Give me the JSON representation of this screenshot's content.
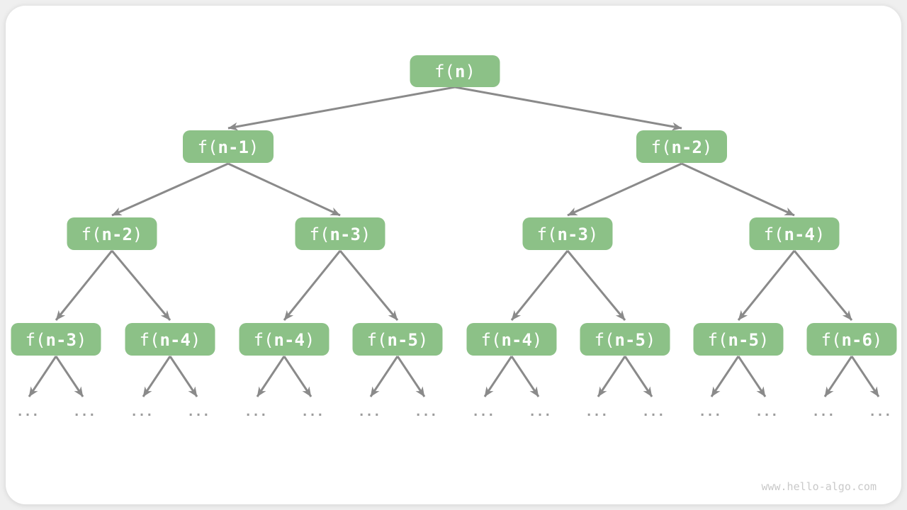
{
  "colors": {
    "page_bg": "#efefef",
    "card_bg": "#ffffff",
    "node_fill": "#8cc187",
    "node_text": "#ffffff",
    "edge_color": "#8a8a8a",
    "ellipsis_color": "#9c9c9c",
    "watermark_color": "#c9c9c9"
  },
  "tree": {
    "root": {
      "pre": "f(",
      "var": "n",
      "post": ")"
    },
    "level2": [
      {
        "pre": "f(",
        "var": "n-1",
        "post": ")"
      },
      {
        "pre": "f(",
        "var": "n-2",
        "post": ")"
      }
    ],
    "level3": [
      {
        "pre": "f(",
        "var": "n-2",
        "post": ")"
      },
      {
        "pre": "f(",
        "var": "n-3",
        "post": ")"
      },
      {
        "pre": "f(",
        "var": "n-3",
        "post": ")"
      },
      {
        "pre": "f(",
        "var": "n-4",
        "post": ")"
      }
    ],
    "level4": [
      {
        "pre": "f(",
        "var": "n-3",
        "post": ")"
      },
      {
        "pre": "f(",
        "var": "n-4",
        "post": ")"
      },
      {
        "pre": "f(",
        "var": "n-4",
        "post": ")"
      },
      {
        "pre": "f(",
        "var": "n-5",
        "post": ")"
      },
      {
        "pre": "f(",
        "var": "n-4",
        "post": ")"
      },
      {
        "pre": "f(",
        "var": "n-5",
        "post": ")"
      },
      {
        "pre": "f(",
        "var": "n-5",
        "post": ")"
      },
      {
        "pre": "f(",
        "var": "n-6",
        "post": ")"
      }
    ],
    "leaf_ellipsis": "..."
  },
  "watermark": "www.hello-algo.com"
}
